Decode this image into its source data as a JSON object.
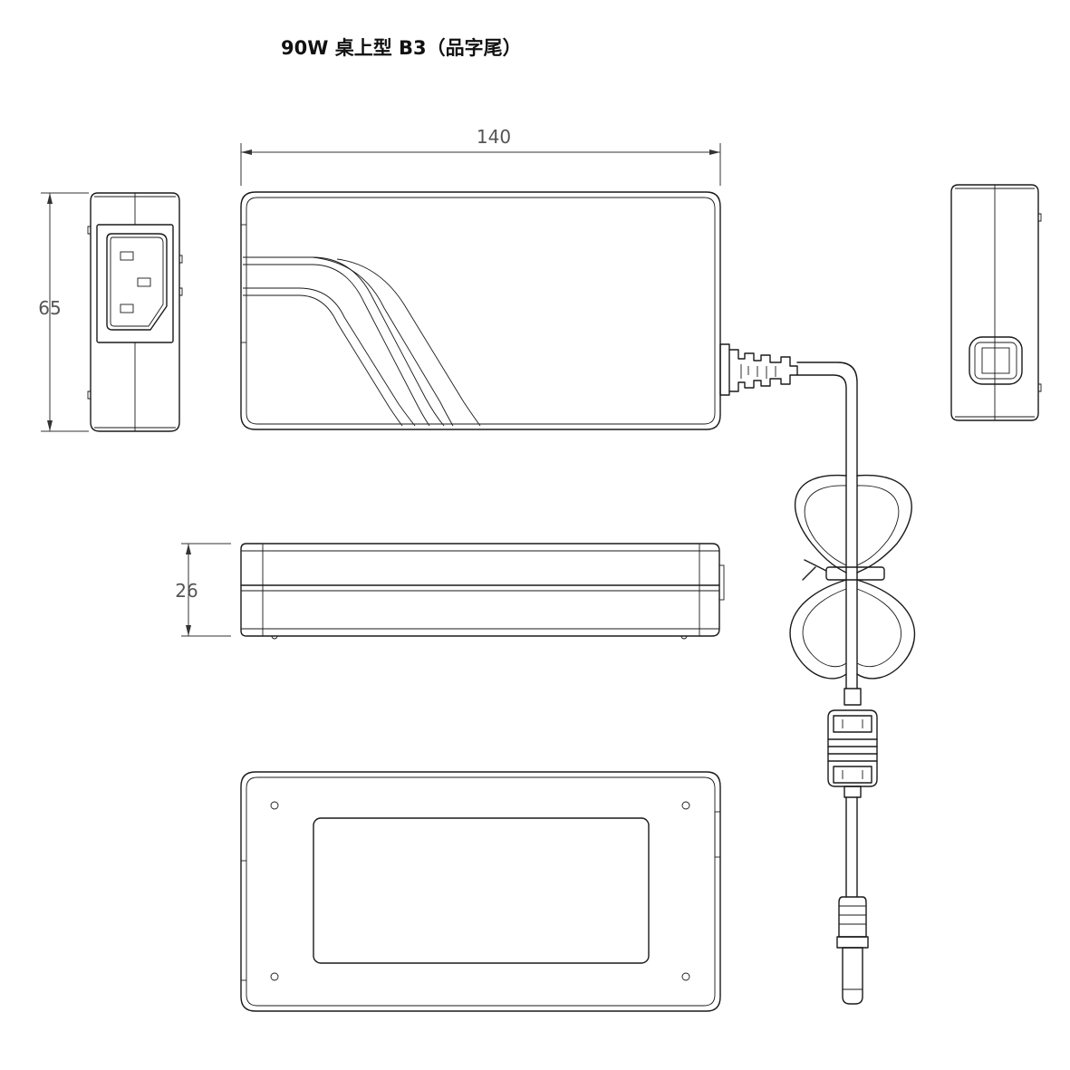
{
  "title": "90W 桌上型 B3（品字尾）",
  "dimensions": {
    "length": "140",
    "width": "65",
    "height": "26"
  }
}
